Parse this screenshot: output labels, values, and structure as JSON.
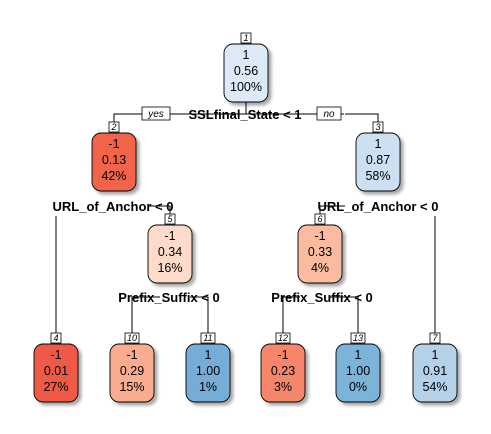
{
  "tree": {
    "nodes": {
      "n1": {
        "id": "1",
        "class": "1",
        "prob": "0.56",
        "pct": "100%",
        "fill": "#dce9f6"
      },
      "n2": {
        "id": "2",
        "class": "-1",
        "prob": "0.13",
        "pct": "42%",
        "fill": "#f0654a"
      },
      "n3": {
        "id": "3",
        "class": "1",
        "prob": "0.87",
        "pct": "58%",
        "fill": "#cce0f1"
      },
      "n5": {
        "id": "5",
        "class": "-1",
        "prob": "0.34",
        "pct": "16%",
        "fill": "#fcdbcb"
      },
      "n6": {
        "id": "6",
        "class": "-1",
        "prob": "0.33",
        "pct": "4%",
        "fill": "#fbbba0"
      },
      "n4": {
        "id": "4",
        "class": "-1",
        "prob": "0.01",
        "pct": "27%",
        "fill": "#ee5a45"
      },
      "n10": {
        "id": "10",
        "class": "-1",
        "prob": "0.29",
        "pct": "15%",
        "fill": "#fbab8e"
      },
      "n11": {
        "id": "11",
        "class": "1",
        "prob": "1.00",
        "pct": "1%",
        "fill": "#74add6"
      },
      "n12": {
        "id": "12",
        "class": "-1",
        "prob": "0.23",
        "pct": "3%",
        "fill": "#f6866b"
      },
      "n13": {
        "id": "13",
        "class": "1",
        "prob": "1.00",
        "pct": "0%",
        "fill": "#7bb3d9"
      },
      "n7": {
        "id": "7",
        "class": "1",
        "prob": "0.91",
        "pct": "54%",
        "fill": "#b3d1e9"
      }
    },
    "splits": {
      "s1": "SSLfinal_State < 1",
      "s2": "URL_of_Anchor < 0",
      "s3": "URL_of_Anchor < 0",
      "s5": "Prefix_Suffix < 0",
      "s6": "Prefix_Suffix < 0"
    },
    "branch_labels": {
      "yes": "yes",
      "no": "no"
    }
  }
}
